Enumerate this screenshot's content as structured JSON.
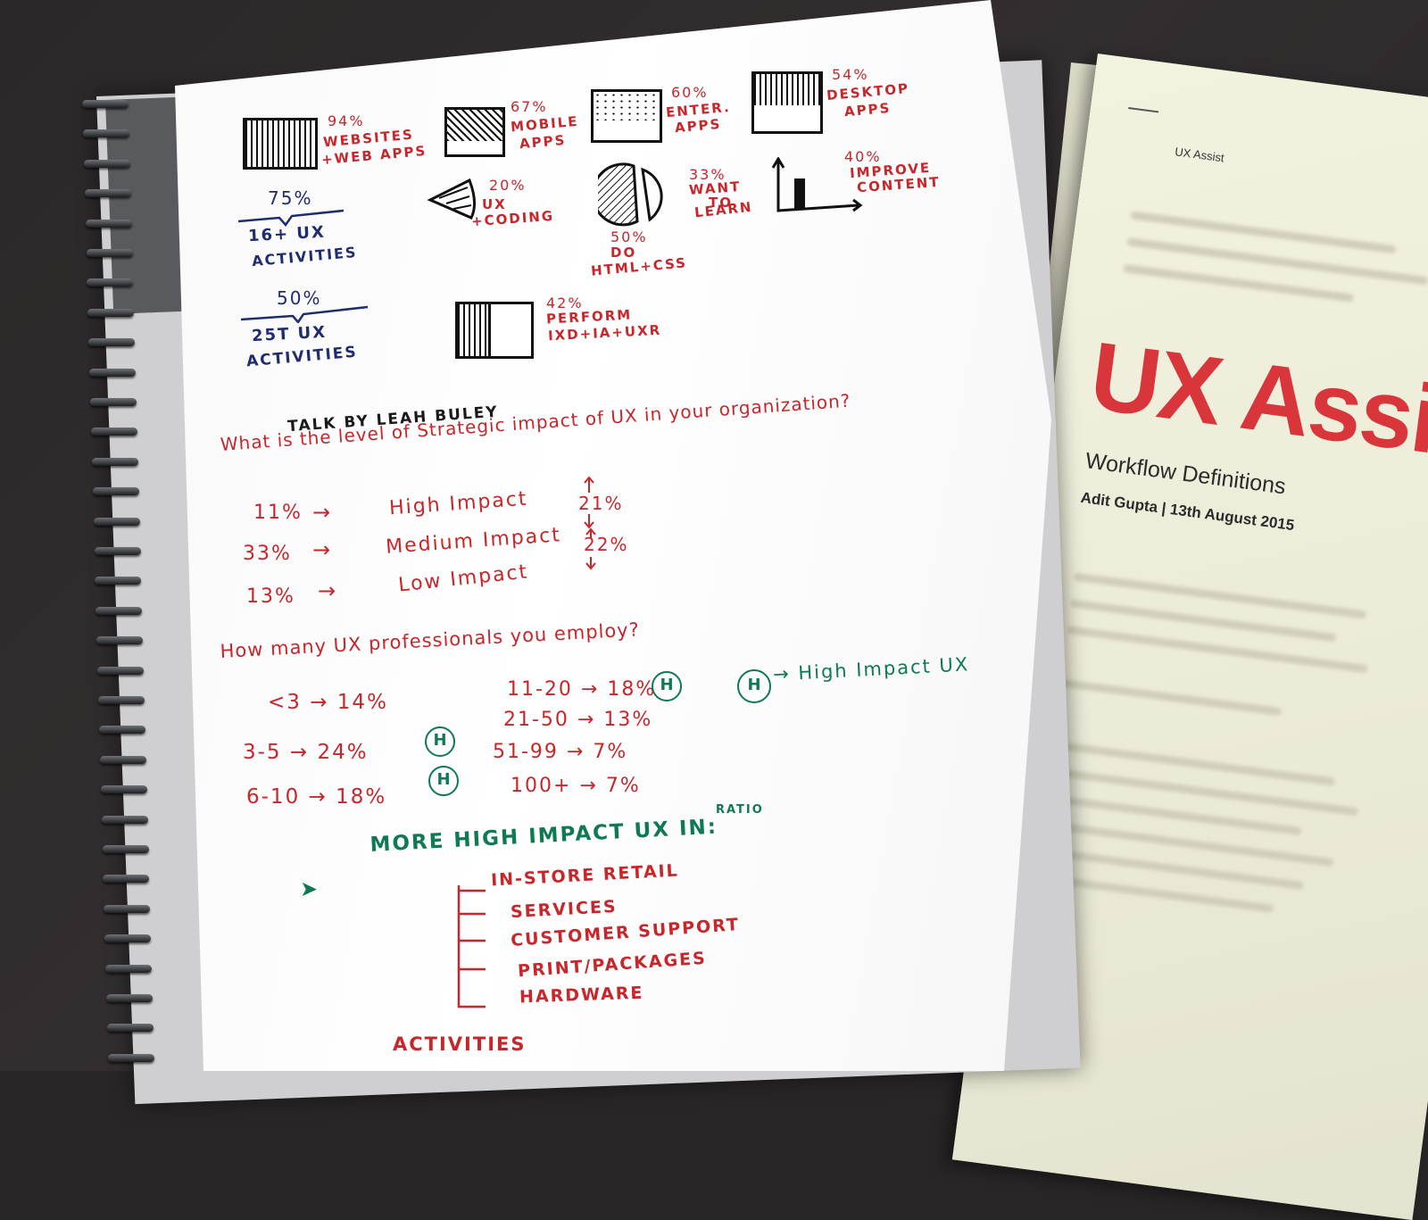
{
  "notes": {
    "stats": {
      "websites": {
        "pct": "94%",
        "label_1": "WEBSITES",
        "label_2": "+WEB APPS"
      },
      "mobile": {
        "pct": "67%",
        "label_1": "MOBILE",
        "label_2": "APPS"
      },
      "enterprise": {
        "pct": "60%",
        "label_1": "ENTER.",
        "label_2": "APPS"
      },
      "desktop": {
        "pct": "54%",
        "label_1": "DESKTOP",
        "label_2": "APPS"
      },
      "sixteen_plus": {
        "pct": "75%",
        "label_1": "16+ UX",
        "label_2": "ACTIVITIES"
      },
      "ux_coding": {
        "pct": "20%",
        "label_1": "UX",
        "label_2": "+CODING"
      },
      "want_learn": {
        "pct": "33%",
        "label_1": "WANT",
        "label_2": "TO",
        "label_3": "LEARN"
      },
      "html_css": {
        "pct": "50%",
        "label_1": "DO",
        "label_2": "HTML+CSS"
      },
      "improve_content": {
        "pct": "40%",
        "label_1": "IMPROVE",
        "label_2": "CONTENT"
      },
      "twenty_five": {
        "pct": "50%",
        "label_1": "25T UX",
        "label_2": "ACTIVITIES"
      },
      "perform": {
        "pct": "42%",
        "label_1": "PERFORM",
        "label_2": "IXD+IA+UXR"
      }
    },
    "talk_by": "TALK BY LEAH BULEY",
    "question_1": "What is the level of Strategic impact of UX in your organization?",
    "impact_rows": [
      {
        "pct": "11%",
        "arrow": "→",
        "label": "High Impact"
      },
      {
        "pct": "33%",
        "arrow": "→",
        "label": "Medium Impact"
      },
      {
        "pct": "13%",
        "arrow": "→",
        "label": "Low Impact"
      }
    ],
    "impact_side": [
      "21%",
      "22%"
    ],
    "question_2": "How many UX professionals you employ?",
    "employ_left": [
      {
        "text": "<3 → 14%"
      },
      {
        "text": "3-5 → 24%"
      },
      {
        "text": "6-10 → 18%"
      }
    ],
    "employ_right": [
      {
        "text": "11-20 → 18%"
      },
      {
        "text": "21-50 → 13%"
      },
      {
        "text": "51-99 → 7%"
      },
      {
        "text": "100+ → 7%"
      }
    ],
    "h_marker": "H",
    "legend_text": "→ High Impact UX",
    "ratio_word": "RATIO",
    "more_heading": "MORE HIGH IMPACT UX IN:",
    "more_items": [
      "IN-STORE RETAIL",
      "SERVICES",
      "CUSTOMER SUPPORT",
      "PRINT/PACKAGES",
      "HARDWARE"
    ],
    "bottom_partial": "ACTIVITIES"
  },
  "document": {
    "header": "UX Assist",
    "title": "UX Assi",
    "subtitle": "Workflow Definitions",
    "byline": "Adit Gupta | 13th August 2015"
  }
}
